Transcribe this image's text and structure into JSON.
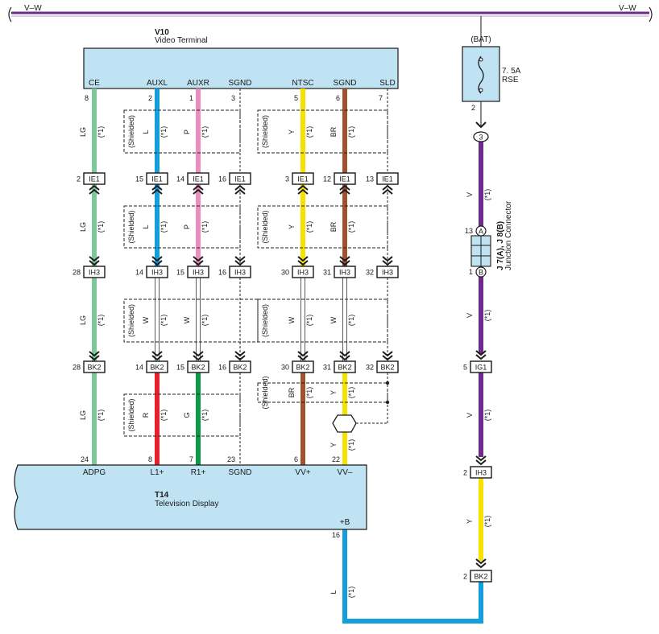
{
  "bus_label_left": "V–W",
  "bus_label_right": "V–W",
  "v10": {
    "code": "V10",
    "name": "Video Terminal",
    "pin_labels": [
      "CE",
      "AUXL",
      "AUXR",
      "SGND",
      "NTSC",
      "SGND",
      "SLD"
    ],
    "pin_numbers": [
      "8",
      "2",
      "1",
      "3",
      "5",
      "6",
      "7"
    ]
  },
  "t14": {
    "code": "T14",
    "name": "Television Display",
    "pin_labels": [
      "ADPG",
      "L1+",
      "R1+",
      "SGND",
      "VV+",
      "VV–",
      "+B"
    ],
    "pin_numbers": [
      "24",
      "8",
      "7",
      "23",
      "6",
      "22",
      "16"
    ]
  },
  "shielded": "(Shielded)",
  "note": "(*1)",
  "ie1": {
    "name": "IE1",
    "pins": [
      "2",
      "15",
      "14",
      "16",
      "3",
      "12",
      "13"
    ]
  },
  "ih3": {
    "name": "IH3",
    "pins": [
      "28",
      "14",
      "15",
      "16",
      "30",
      "31",
      "32"
    ]
  },
  "bk2": {
    "name": "BK2",
    "pins": [
      "28",
      "14",
      "15",
      "16",
      "30",
      "31",
      "32"
    ]
  },
  "colors_seg1": [
    "LG",
    "L",
    "P",
    "Y",
    "BR"
  ],
  "colors_seg2": [
    "LG",
    "L",
    "P",
    "Y",
    "BR"
  ],
  "colors_seg3": [
    "LG",
    "W",
    "W",
    "W",
    "W"
  ],
  "colors_seg4": [
    "LG",
    "R",
    "G",
    "BR",
    "Y"
  ],
  "vv_minus_color": "Y",
  "plus_b_color": "L",
  "fuse": {
    "source": "(BAT)",
    "rating": "7. 5A",
    "name": "RSE",
    "pin": "2"
  },
  "right_wire": {
    "connector_3": "3",
    "color1": "V",
    "jc_pin_a_num": "13",
    "jc_pin_a": "A",
    "jc_pin_b_num": "1",
    "jc_pin_b": "B",
    "jc_name": "J 7(A), J 8(B)",
    "jc_desc": "Junction Connector",
    "color2": "V",
    "ig1_pin": "5",
    "ig1": "IG1",
    "color3": "V",
    "ih3_pin": "2",
    "ih3": "IH3",
    "color4": "Y",
    "bk2_pin": "2",
    "bk2": "BK2"
  },
  "wire_colors": {
    "LG": "#7ec79b",
    "L": "#129fdc",
    "P": "#ee8cbf",
    "Y": "#f7e100",
    "BR": "#a0522d",
    "R": "#e8202a",
    "G": "#0d9a46",
    "V": "#6a2b8a",
    "box": "#bfe3f3"
  }
}
